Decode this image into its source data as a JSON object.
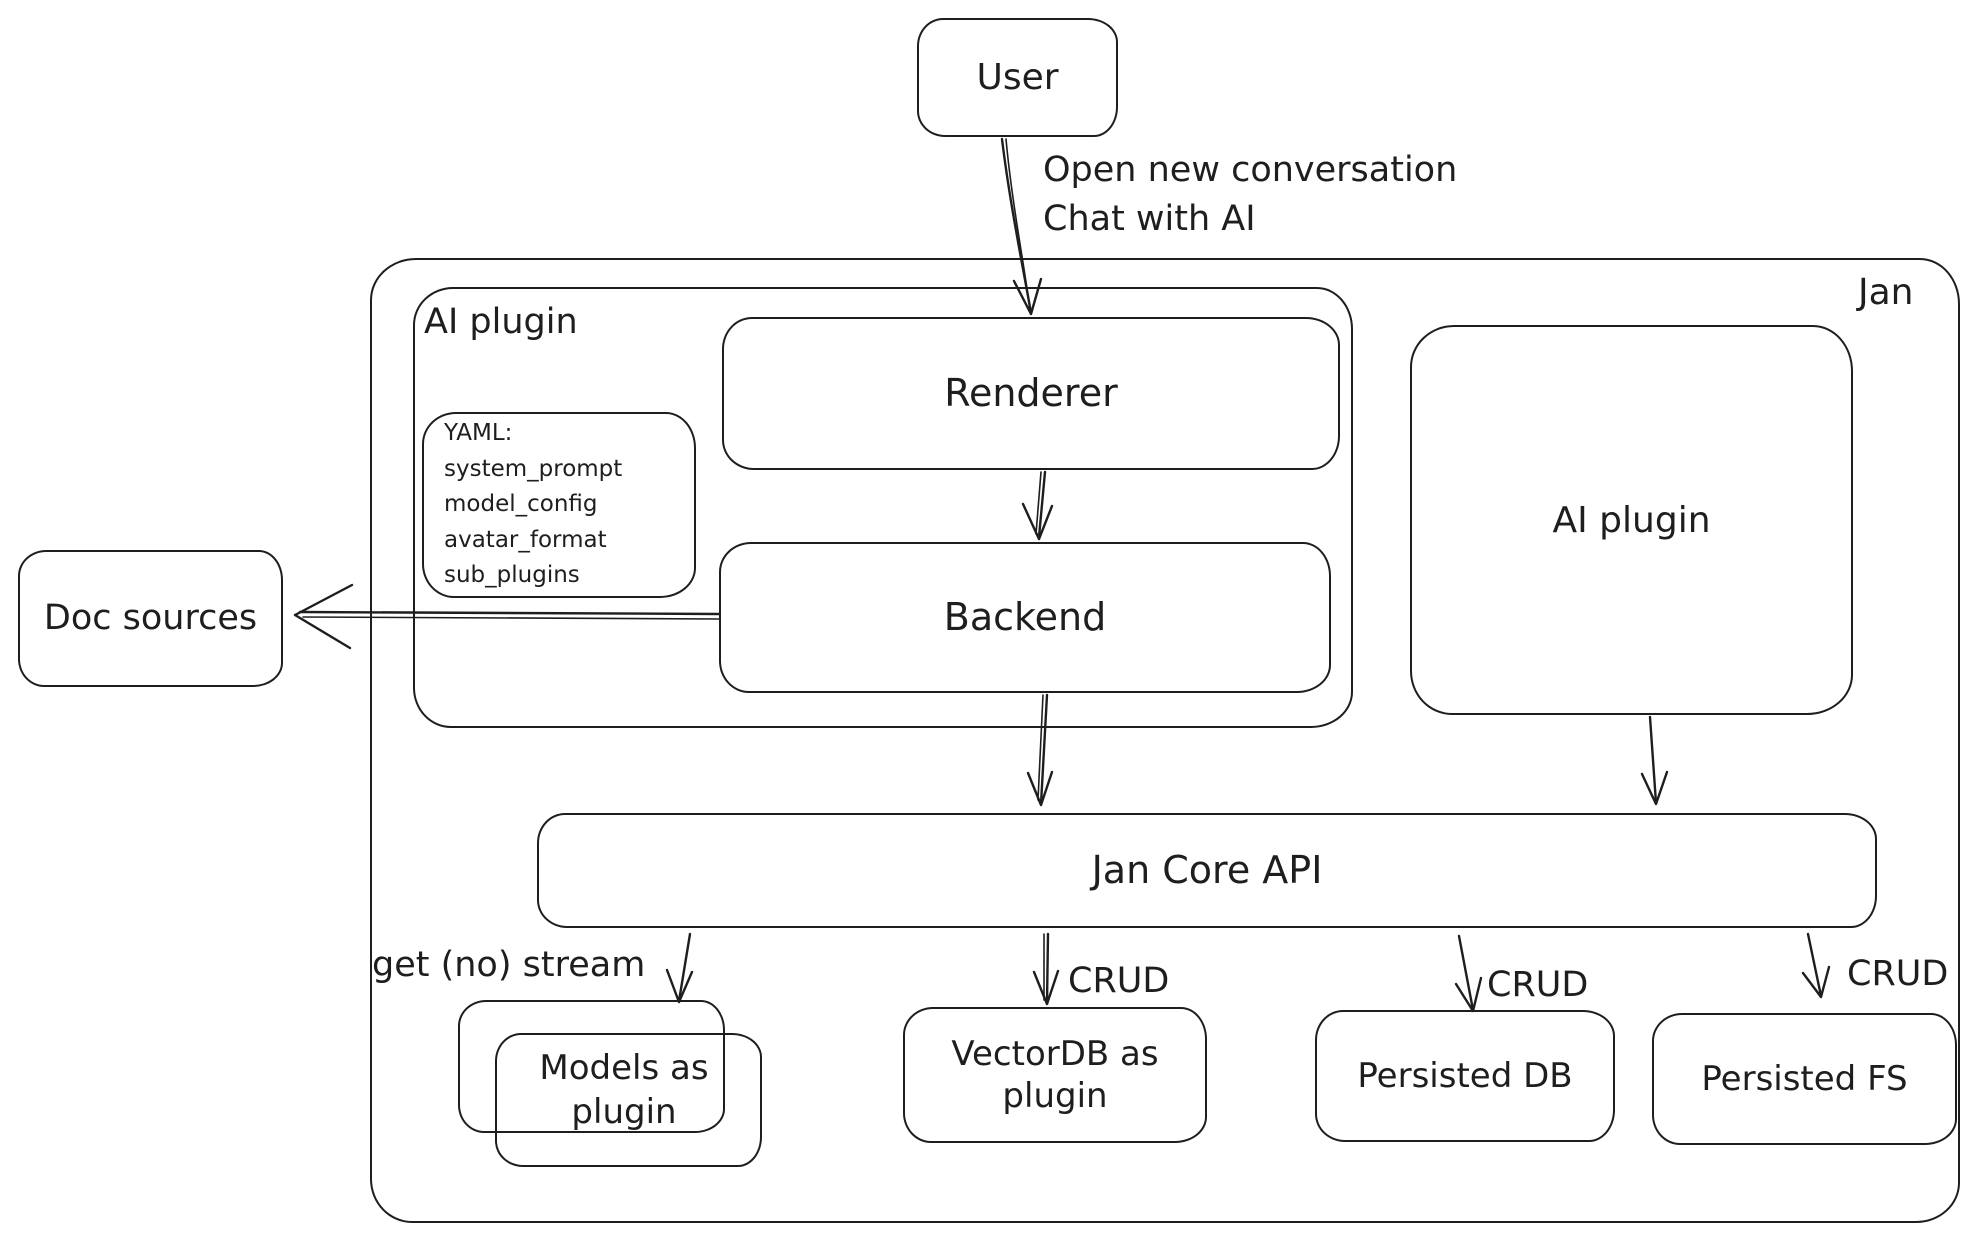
{
  "diagram": {
    "background": "#ffffff",
    "stroke_color": "#1e1e1e",
    "nodes": {
      "user": "User",
      "jan_container": "Jan",
      "ai_plugin_group": "AI plugin",
      "renderer": "Renderer",
      "backend": "Backend",
      "yaml_note": "YAML:\nsystem_prompt\nmodel_config\navatar_format\nsub_plugins",
      "doc_sources": "Doc sources",
      "ai_plugin_box": "AI plugin",
      "jan_core_api": "Jan Core API",
      "models_as_plugin": "Models as\nplugin",
      "vectordb_as_plugin": "VectorDB as\nplugin",
      "persisted_db": "Persisted DB",
      "persisted_fs": "Persisted FS"
    },
    "edge_labels": {
      "user_to_renderer": "Open new conversation\nChat with AI",
      "jan_core_to_models": "get (no) stream",
      "jan_core_to_vectordb": "CRUD",
      "jan_core_to_persisted_db": "CRUD",
      "jan_core_to_persisted_fs": "CRUD"
    }
  }
}
